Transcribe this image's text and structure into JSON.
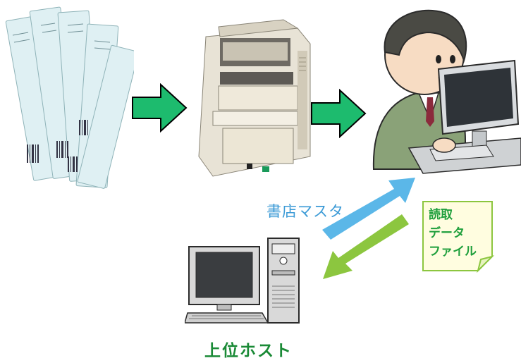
{
  "labels": {
    "bookstore_master": "書店マスタ",
    "read_data_file": [
      "読取",
      "データ",
      "ファイル"
    ],
    "host": "上位ホスト"
  },
  "colors": {
    "flow_arrow": "#1dbb6e",
    "master_arrow": "#5bb7e8",
    "file_arrow": "#8cc63f",
    "host_text": "#1a8a36"
  },
  "icons": {
    "slips": "order-slips-icon",
    "reader": "slip-reader-machine-icon",
    "operator": "operator-at-pc-icon",
    "host_pc": "host-computer-icon",
    "file": "data-file-icon"
  }
}
